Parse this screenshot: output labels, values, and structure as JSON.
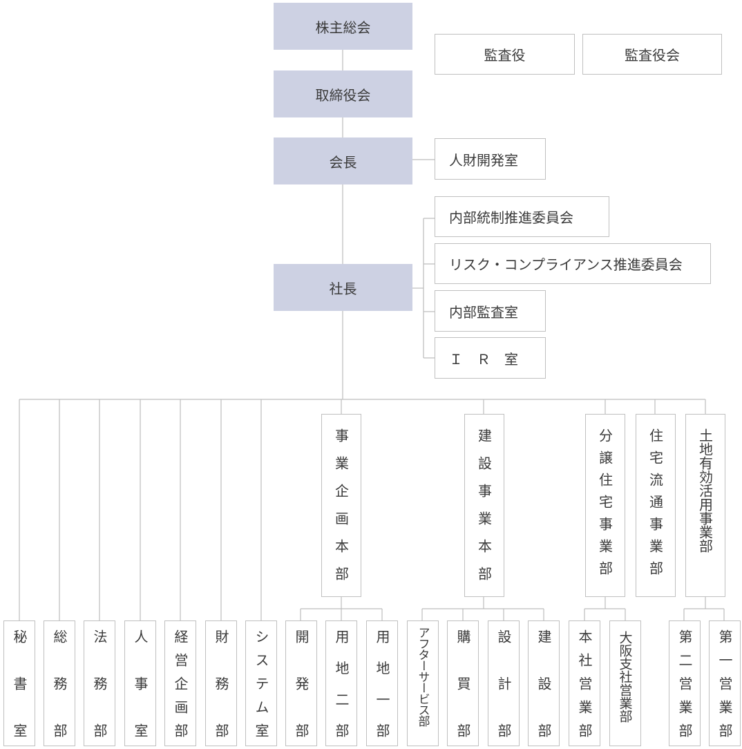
{
  "colors": {
    "exec_fill": "#cdd1e3",
    "border": "#bfbfbf",
    "line": "#bcbcbc",
    "text": "#3a3a3a"
  },
  "exec": {
    "shareholders": "株主総会",
    "board": "取締役会",
    "chairman": "会長",
    "president": "社長"
  },
  "side": {
    "auditor": "監査役",
    "audit_board": "監査役会",
    "hr_dev": "人財開発室",
    "internal_control": "内部統制推進委員会",
    "risk_compliance": "リスク・コンプライアンス推進委員会",
    "internal_audit": "内部監査室",
    "ir": "Ｉ　Ｒ　室"
  },
  "divisions": {
    "business_planning": "事業企画本部",
    "construction": "建設事業本部",
    "condo_housing": "分譲住宅事業部",
    "housing_distribution": "住宅流通事業部",
    "land_utilization": "土地有効活用事業部"
  },
  "departments": {
    "secretary": "秘書室",
    "general_affairs": "総務部",
    "legal": "法務部",
    "personnel": "人事室",
    "corporate_planning": "経営企画部",
    "finance": "財務部",
    "systems": "システム室",
    "development": "開発部",
    "land2": "用地二部",
    "land1": "用地一部",
    "after_service": "アフターサービス部",
    "purchasing": "購買部",
    "design": "設計部",
    "construction_dept": "建設部",
    "hq_sales": "本社営業部",
    "osaka_sales": "大阪支社営業部",
    "sales2": "第二営業部",
    "sales1": "第一営業部"
  }
}
